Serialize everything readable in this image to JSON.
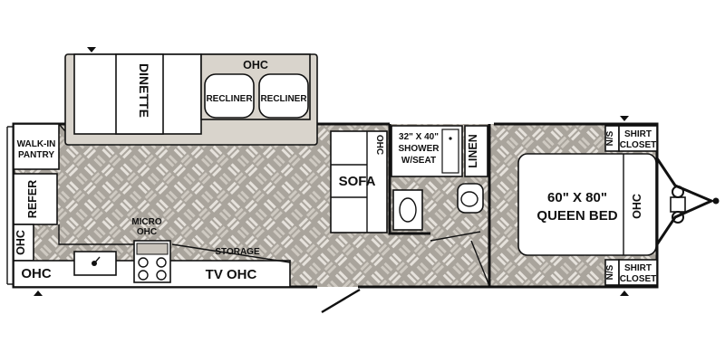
{
  "labels": {
    "dinette": "DINETTE",
    "ohc_top": "OHC",
    "recliner_1": "RECLINER",
    "recliner_2": "RECLINER",
    "walk_in": "WALK-IN",
    "pantry": "PANTRY",
    "refer": "REFER",
    "ohc_left_vertical": "OHC",
    "ohc_bottom_left": "OHC",
    "micro": "MICRO",
    "micro_ohc": "OHC",
    "storage": "STORAGE",
    "tv_ohc": "TV OHC",
    "sofa": "SOFA",
    "sofa_ohc": "OHC",
    "shower_size": "32\" X 40\"",
    "shower": "SHOWER",
    "shower_seat": "W/SEAT",
    "linen": "LINEN",
    "bed_size": "60\" X 80\"",
    "queen_bed": "QUEEN BED",
    "bed_ohc": "OHC",
    "ns_top": "N/S",
    "ns_bottom": "N/S",
    "shirt_top": "SHIRT",
    "closet_top": "CLOSET",
    "shirt_bottom": "SHIRT",
    "closet_bottom": "CLOSET"
  },
  "colors": {
    "floor": "#a9a49c",
    "floor_weave": "#e6e2dc",
    "cabinet": "#d9d4cc",
    "wall": "#111111"
  }
}
